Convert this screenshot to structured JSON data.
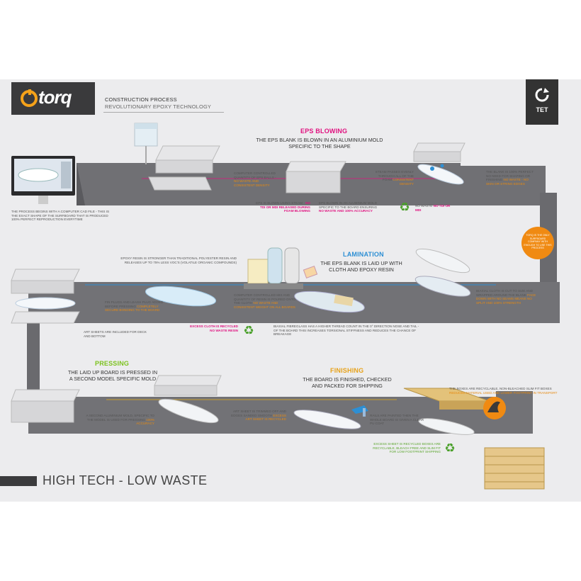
{
  "brand": {
    "logo_text": "torq",
    "tet_badge": "TET"
  },
  "header": {
    "title": "CONSTRUCTION PROCESS",
    "subtitle": "REVOLUTIONARY EPOXY TECHNOLOGY"
  },
  "colors": {
    "pink": "#e0117f",
    "green": "#5aa52d",
    "orange": "#e78a10",
    "blue": "#2d8fd4",
    "lime": "#7cc21e",
    "band": "#6f6f73"
  },
  "start": {
    "desc": "THE PROCESS BEGINS WITH A COMPUTER CAD FILE - THIS IS THE EXACT SHAPE OF THE SURFBOARD THAT IS PRODUCED 100% PERFECT REPRODUCTION EVERYTIME"
  },
  "eps": {
    "title": "EPS BLOWING",
    "subtitle": "THE EPS BLANK IS BLOWN IN AN ALUMINIUM MOLD SPECIFIC TO THE SHAPE",
    "note1": "COMPUTER CONTROLLED QUANTITY OF EPS BALLS -",
    "note1_hl": "NO WASTE AND CONSISTENT DENSITY",
    "note2": "EPS IS BLOWN USING STEAM -",
    "note2_hl": "NO TDI OR MDI RELEASED DURING FOAM BLOWING",
    "note3": "EPS BLOWN IN AN ALUMINIUM MOLD SPECIFIC TO THE BOARD ENSURING",
    "note3_hl": "NO WASTE AND 100% ACCURACY",
    "note4": "STEAM PASSES EVENLY THROUGH ALL OF THE FOAM",
    "note4_hl": "CONSISTENT DENSITY",
    "note5": "NO WASTE",
    "note5_hl": "NO TDI OR MDI",
    "note6": "THE BLANK IS 100% PERFECT NO NEED FOR SHAPING OR FINISHING",
    "note6_hl": "NO WASTE - NO SKIN OR STRING EDGES"
  },
  "badge": {
    "text": "TORQ IS THE ONLY SURFBOARD COMPANY WITH ENOUGH TO USE THIS PROCESS"
  },
  "lamination": {
    "title": "LAMINATION",
    "subtitle": "THE EPS BLANK IS LAID UP WITH CLOTH AND EPOXY RESIN",
    "note1": "EPOXY RESIN IS STRONGER THAN TRADITIONAL POLYESTER RESIN AND RELEASES UP TO 75% LESS VOC'S (VOLATILE ORGANIC COMPOUNDS)",
    "note2": "FIN PLUGS AND LEASH PLUG ADDED BEFORE PRESSING",
    "note2_hl": "COMPLETELY SECURE BONDING TO THE BOARD",
    "note3": "COMPUTER CONTROLLED MIX AND QUANTITY OF RESIN IS POURED ONTO THE CLOTH",
    "note3_hl": "NO WASTE AND CONSISTENT WEIGHT ON ALL BOARDS",
    "note4": "BIAXIAL CLOTH IS CUT TO SIZE AND WRAPPED AROUND THE BLANK",
    "note4_hl": "FACE DOWN WITH NO SEAMS MEANS NO SPLIT AND 100% STRENGTH",
    "note5": "EXCESS CLOTH IS RECYCLED",
    "note5_hl": "NO WASTE RESIN",
    "note6": "BIAXIAL FIBREGLASS HAS A HIGHER THREAD COUNT IN THE 0° DIRECTION NOSE AND TAIL - OF THE BOARD THIS INCREASES TORSIONAL STIFFNESS AND REDUCES THE CHANCE OF BREAKAGE",
    "note7": "ART SHEETS ARE INCLUDED FOR DECK AND BOTTOM"
  },
  "pressing": {
    "title": "PRESSING",
    "subtitle": "THE LAID UP BOARD IS PRESSED IN A SECOND MODEL SPECIFIC MOLD",
    "note1": "A SECOND ALUMINIUM MOLD, SPECIFIC TO THE MODEL IS USED FOR PRESSING",
    "note1_hl": "100% ACCURACY",
    "note2": "ART SHEET IS TRIMMED OFF AND EDGES SANDED SMOOTH",
    "note2_hl": "EXCESS ART SHEET IS RECYCLED"
  },
  "finishing": {
    "title": "FINISHING",
    "subtitle": "THE BOARD IS FINISHED, CHECKED AND PACKED FOR SHIPPING",
    "note1": "RAILS ARE PAINTED THEN THE WHOLE BOARD IS GIVEN A CLEAR PU COAT",
    "note2": "THE BOXES ARE RECYCLABLE, NON-BLEACHED SLIM FIT BOXES",
    "note2_hl": "REDUCED MATERIAL USED AND LOWER FOOTPRINT IN TRANSPORT",
    "note3": "EXCESS SHEET IS RECYCLED",
    "note3_hl": "BOXES ARE RECYCLABLE, BLEACH FREE AND SLIM FIT FOR LOW FOOTPRINT SHIPPING"
  },
  "footer": {
    "tagline": "HIGH TECH - LOW WASTE"
  }
}
